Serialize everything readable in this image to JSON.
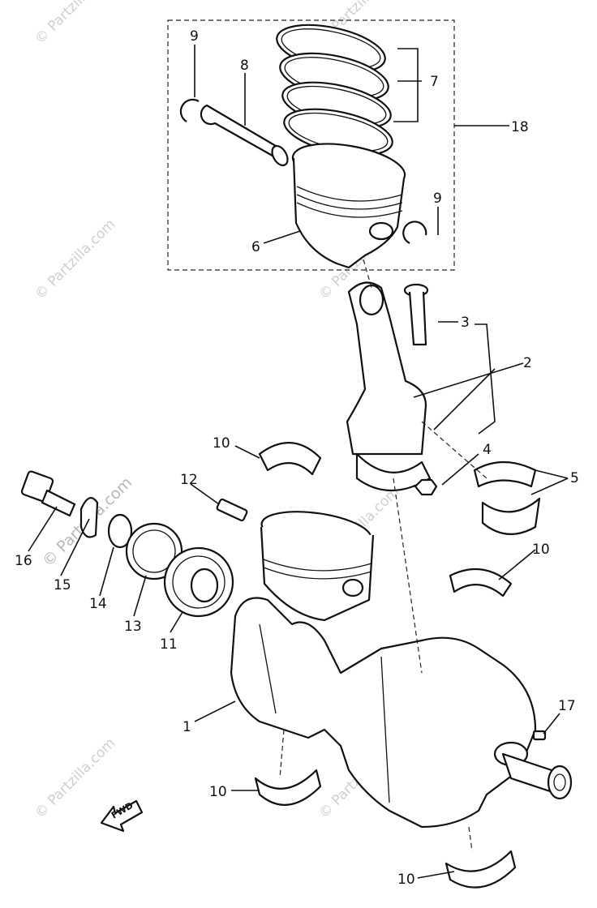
{
  "watermark": {
    "text": "© Partzilla.com",
    "color": "#cfcfcf"
  },
  "labels": {
    "l1": "1",
    "l2": "2",
    "l3": "3",
    "l4": "4",
    "l5": "5",
    "l6": "6",
    "l7": "7",
    "l8": "8",
    "l9a": "9",
    "l9b": "9",
    "l10a": "10",
    "l10b": "10",
    "l10c": "10",
    "l10d": "10",
    "l11": "11",
    "l12": "12",
    "l13": "13",
    "l14": "14",
    "l15": "15",
    "l16": "16",
    "l17": "17",
    "l18": "18"
  },
  "fwd_marker": "FWD"
}
